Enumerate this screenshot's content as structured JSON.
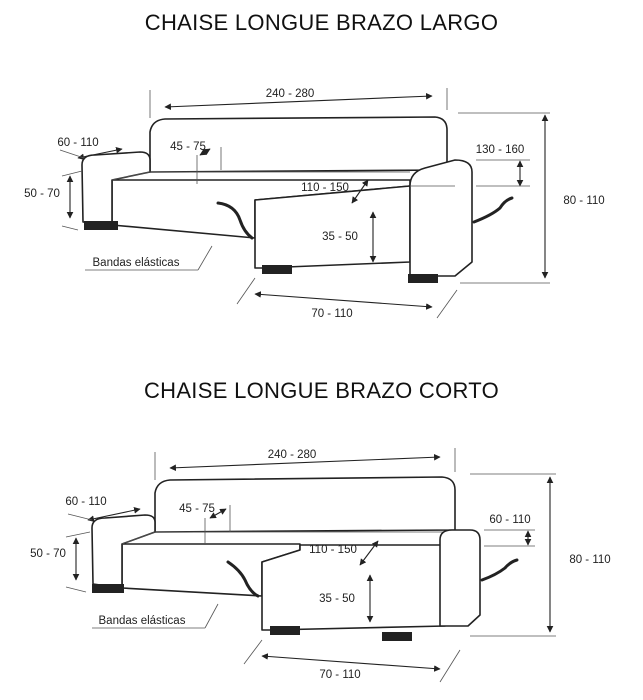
{
  "diagram_top": {
    "title": "CHAISE LONGUE BRAZO LARGO",
    "total_width": "240 - 280",
    "arm_depth_left": "60 - 110",
    "back_height": "45 - 75",
    "arm_height": "50 - 70",
    "arm_right": "130 - 160",
    "chaise_length": "110 - 150",
    "seat_height": "35 - 50",
    "overall_height": "80 - 110",
    "chaise_width": "70 - 110",
    "straps_label": "Bandas elásticas"
  },
  "diagram_bottom": {
    "title": "CHAISE LONGUE BRAZO CORTO",
    "total_width": "240 - 280",
    "arm_depth_left": "60 - 110",
    "back_height": "45 - 75",
    "arm_height": "50 - 70",
    "arm_right": "60 - 110",
    "chaise_length": "110 - 150",
    "seat_height": "35 - 50",
    "overall_height": "80 - 110",
    "chaise_width": "70 - 110",
    "straps_label": "Bandas elásticas"
  }
}
